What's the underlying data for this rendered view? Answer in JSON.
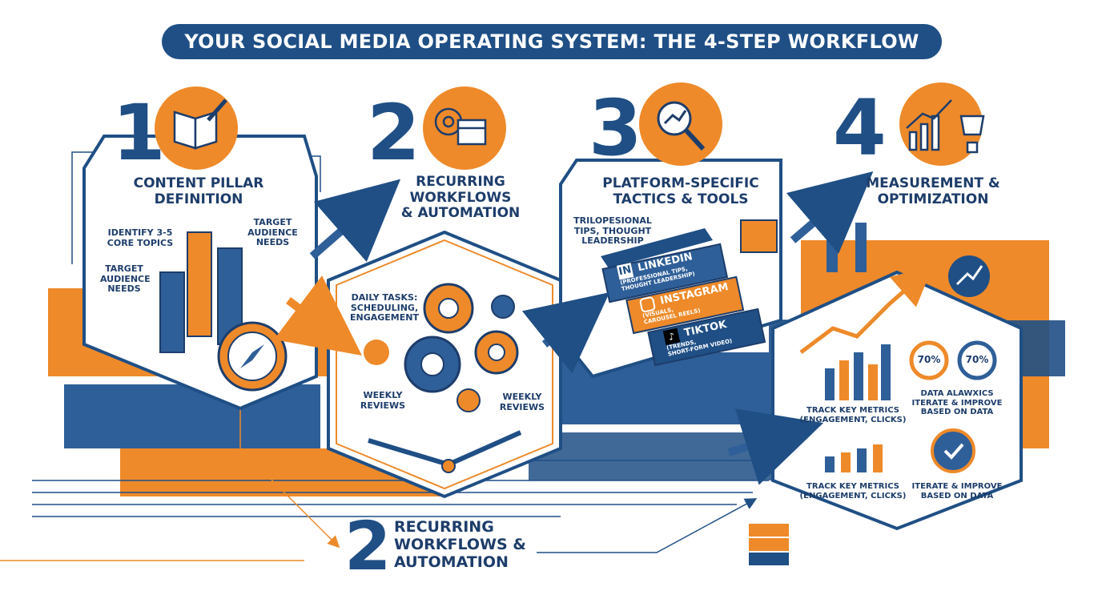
{
  "title": "YOUR SOCIAL MEDIA OPERATING SYSTEM: THE 4-STEP WORKFLOW",
  "colors": {
    "navy": "#1f4f85",
    "orange": "#ee8a2a",
    "light_blue": "#c9d9ec",
    "dark_text": "#1d3d6b"
  },
  "steps": [
    {
      "number": "1",
      "icon": "open-book-pencil-icon",
      "heading_line1": "CONTENT PILLAR",
      "heading_line2": "DEFINITION",
      "notes": [
        "IDENTIFY 3-5",
        "CORE TOPICS",
        "TARGET",
        "AUDIENCE",
        "NEEDS",
        "TARGET",
        "AUDIENCE NEEDS"
      ]
    },
    {
      "number": "2",
      "icon": "gears-calendar-icon",
      "heading_line1": "RECURRING",
      "heading_line2": "WORKFLOWS",
      "heading_line3": "& AUTOMATION",
      "notes": [
        "DAILY TASKS:",
        "SCHEDULING,",
        "ENGAGEMENT",
        "WEEKLY",
        "REVIEWS",
        "WEEKLY",
        "REVIEWS"
      ]
    },
    {
      "number": "3",
      "icon": "magnifier-chart-icon",
      "heading_line1": "PLATFORM-SPECIFIC",
      "heading_line2": "TACTICS & TOOLS",
      "notes": [
        "TRILOPESIONAL",
        "TIPS, THOUGHT",
        "LEADERSHIP"
      ],
      "platforms": [
        {
          "name": "LINKEDIN",
          "sub1": "(PROFESSIONAL TIPS,",
          "sub2": "THOUGHT LEADERSHIP)",
          "icon": "linkedin-icon",
          "glyph": "in"
        },
        {
          "name": "INSTAGRAM",
          "sub1": "(VISUALS,",
          "sub2": "CAROUSEL REELS)",
          "icon": "instagram-icon"
        },
        {
          "name": "TIKTOK",
          "sub1": "(TRENDS,",
          "sub2": "SHORT-FORM VIDEO)",
          "icon": "tiktok-icon",
          "glyph": "♪"
        }
      ]
    },
    {
      "number": "4",
      "icon": "growth-chart-trophy-icon",
      "heading_line1": "MEASUREMENT &",
      "heading_line2": "OPTIMIZATION",
      "gauges": [
        "70%",
        "70%"
      ],
      "notes": [
        "DATA ALAWXICS",
        "ITERATE & IMPROVE",
        "BASED ON DATA",
        "TRACK KEY METRICS",
        "(ENGAGEMENT, CLICKS)",
        "TRACK KEY METRICS",
        "(ENGAGEMENT, CLICKS)",
        "ITERATE & IMPROVE",
        "BASED ON DATA"
      ]
    }
  ],
  "bottom_step": {
    "number": "2",
    "line1": "RECURRING",
    "line2": "WORKFLOWS &",
    "line3": "AUTOMATION"
  }
}
